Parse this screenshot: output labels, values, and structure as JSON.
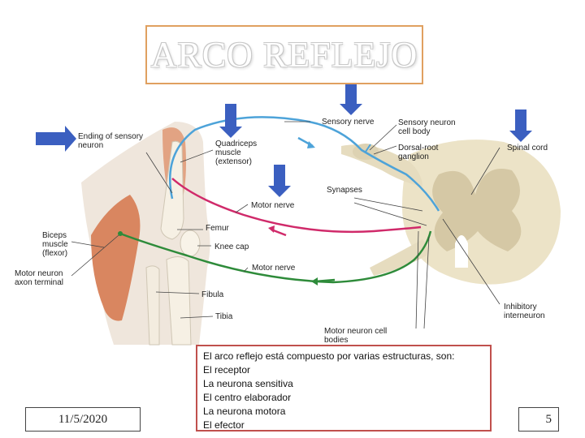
{
  "title": "ARCO REFLEJO",
  "diagram": {
    "labels": {
      "ending_sensory": "Ending of sensory\nneuron",
      "quadriceps": "Quadriceps\nmuscle\n(extensor)",
      "sensory_nerve": "Sensory nerve",
      "sensory_cell_body": "Sensory neuron\ncell body",
      "dorsal_root": "Dorsal-root\nganglion",
      "spinal_cord": "Spinal cord",
      "synapses": "Synapses",
      "motor_nerve_top": "Motor nerve",
      "femur": "Femur",
      "knee_cap": "Knee cap",
      "motor_nerve_bottom": "Motor nerve",
      "biceps": "Biceps\nmuscle\n(flexor)",
      "motor_neuron_axon": "Motor neuron\naxon terminal",
      "fibula": "Fibula",
      "tibia": "Tibia",
      "motor_cell_bodies": "Motor neuron cell\nbodies",
      "inhibitory": "Inhibitory\ninterneuron"
    },
    "colors": {
      "sensory": "#4da3d9",
      "motor_extensor": "#d02a6a",
      "motor_flexor": "#2e8b3a",
      "pointer_arrow": "#3b5fc0"
    }
  },
  "note": {
    "lines": [
      "El arco reflejo está compuesto por varias estructuras, son:",
      "El receptor",
      "La neurona sensitiva",
      "El centro elaborador",
      "La neurona motora",
      "El efector"
    ]
  },
  "footer": {
    "date": "11/5/2020",
    "page": "5"
  }
}
